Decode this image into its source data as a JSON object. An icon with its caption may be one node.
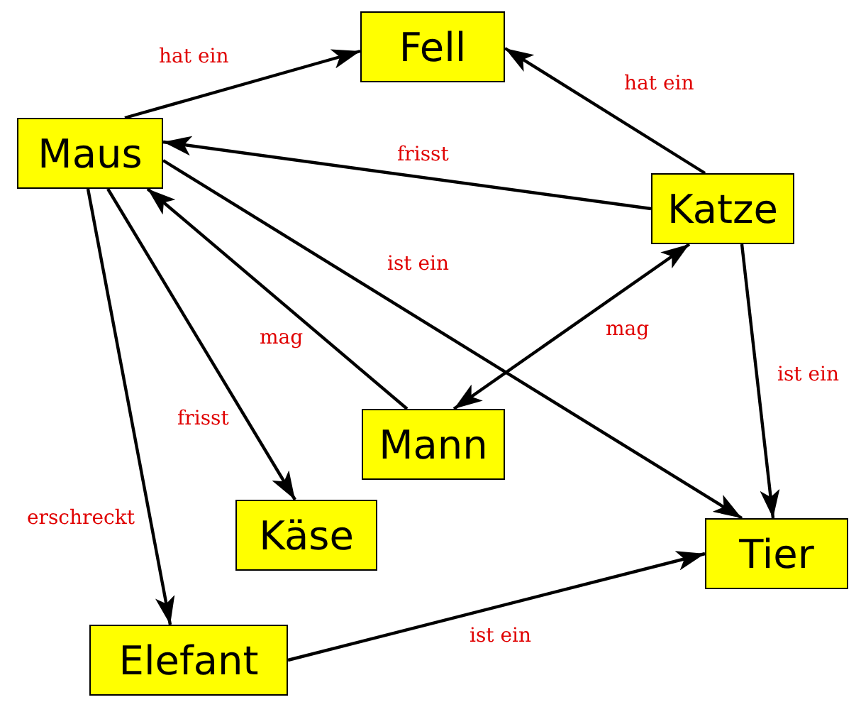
{
  "diagram": {
    "nodes": [
      {
        "text": [
          "Fell"
        ]
      },
      {
        "text": [
          "Maus"
        ]
      },
      {
        "text": [
          "Katze"
        ]
      },
      {
        "text": [
          "Mann"
        ]
      },
      {
        "text": [
          "Käse"
        ]
      },
      {
        "text": [
          "Tier"
        ]
      },
      {
        "text": [
          "Elefant"
        ]
      }
    ],
    "edges": [
      {
        "from": 1,
        "to": 0,
        "arrow": "to",
        "label": "hat ein"
      },
      {
        "from": 2,
        "to": 0,
        "arrow": "to",
        "label": "hat ein"
      },
      {
        "from": 2,
        "to": 1,
        "arrow": "to",
        "label": "frisst"
      },
      {
        "from": 1,
        "to": 5,
        "arrow": "to",
        "label": "ist ein"
      },
      {
        "from": 3,
        "to": 1,
        "arrow": "to",
        "label": "mag"
      },
      {
        "from": 3,
        "to": 2,
        "arrow": "both",
        "label": "mag"
      },
      {
        "from": 1,
        "to": 4,
        "arrow": "to",
        "label": "frisst"
      },
      {
        "from": 1,
        "to": 6,
        "arrow": "to",
        "label": "erschreckt"
      },
      {
        "from": 2,
        "to": 5,
        "arrow": "to",
        "label": "ist ein"
      },
      {
        "from": 6,
        "to": 5,
        "arrow": "to",
        "label": "ist ein"
      }
    ]
  }
}
